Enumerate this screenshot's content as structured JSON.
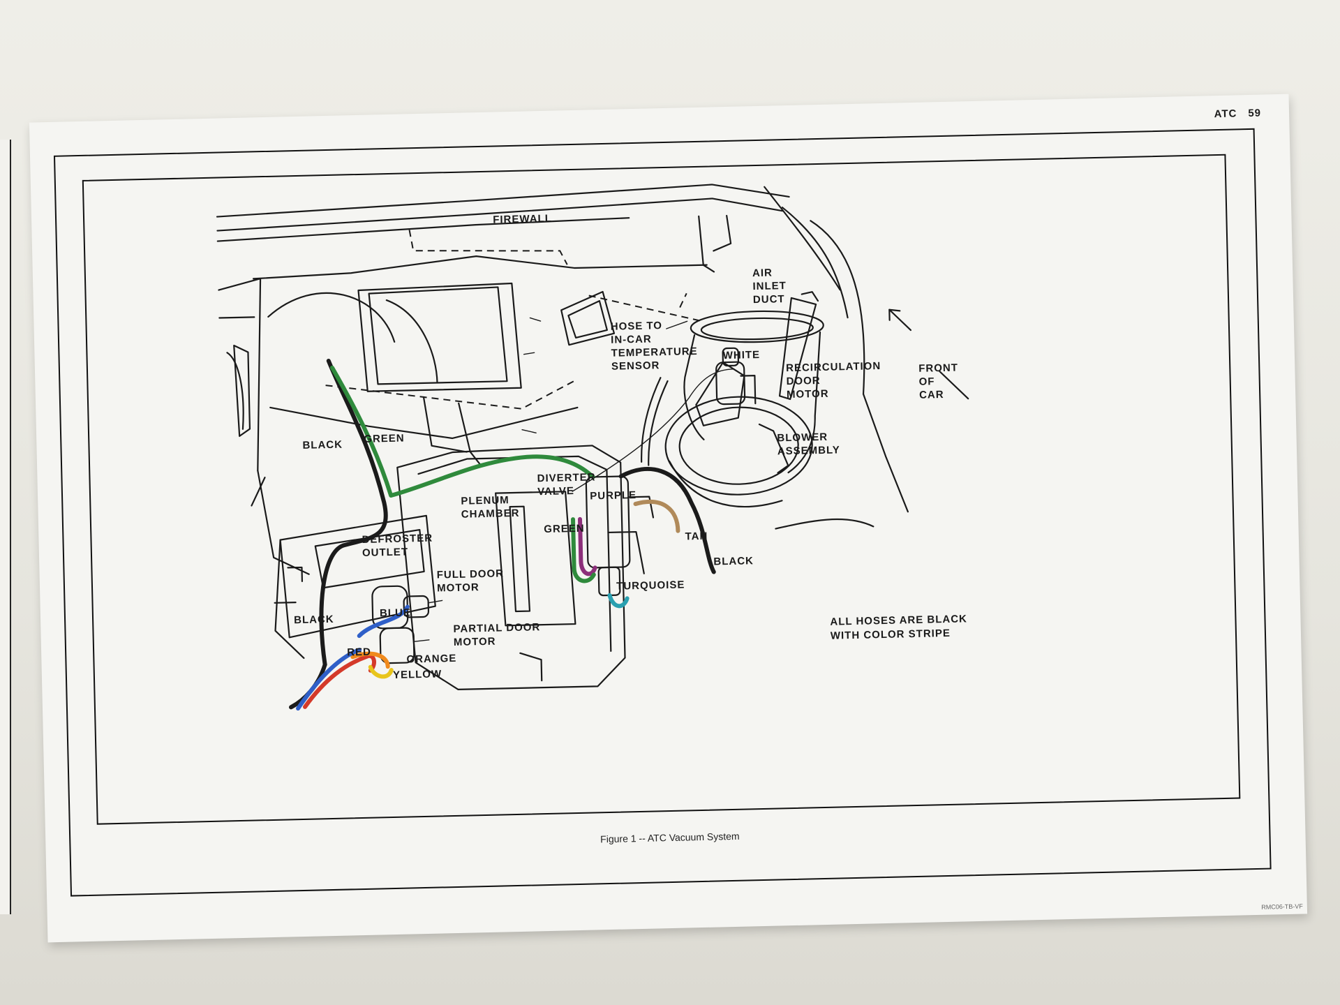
{
  "page": {
    "section": "ATC",
    "page_number": "59",
    "caption": "Figure 1 -- ATC Vacuum System",
    "footer_code": "RMC06-TB-VF"
  },
  "diagram": {
    "labels": {
      "firewall": "FIREWALL",
      "air_inlet_duct": [
        "AIR",
        "INLET",
        "DUCT"
      ],
      "hose_sensor": [
        "HOSE TO",
        "IN-CAR",
        "TEMPERATURE",
        "SENSOR"
      ],
      "white": "WHITE",
      "recirc_motor": [
        "RECIRCULATION",
        "DOOR",
        "MOTOR"
      ],
      "front_of_car": [
        "FRONT",
        "OF",
        "CAR"
      ],
      "black_left": "BLACK",
      "green_top": "GREEN",
      "blower_assembly": [
        "BLOWER",
        "ASSEMBLY"
      ],
      "diverter_valve": [
        "DIVERTER",
        "VALVE"
      ],
      "purple": "PURPLE",
      "plenum_chamber": [
        "PLENUM",
        "CHAMBER"
      ],
      "defroster_outlet": [
        "DEFROSTER",
        "OUTLET"
      ],
      "green_mid": "GREEN",
      "tan": "TAN",
      "black_right": "BLACK",
      "full_door_motor": [
        "FULL DOOR",
        "MOTOR"
      ],
      "turquoise": "TURQUOISE",
      "black_bottom": "BLACK",
      "blue": "BLUE",
      "partial_door_motor": [
        "PARTIAL DOOR",
        "MOTOR"
      ],
      "red": "RED",
      "orange": "ORANGE",
      "yellow": "YELLOW",
      "hoses_note": [
        "ALL HOSES ARE BLACK",
        "WITH COLOR STRIPE"
      ]
    },
    "hose_colors": {
      "black": "#1b1b1b",
      "green": "#2f8a3c",
      "blue": "#2f5fc8",
      "red": "#d43a2a",
      "orange": "#f08a1c",
      "yellow": "#e8c51c",
      "purple": "#8c2f7a",
      "turquoise": "#2aa0b0",
      "tan": "#b08a5a",
      "white": "#f2f2f2"
    }
  }
}
